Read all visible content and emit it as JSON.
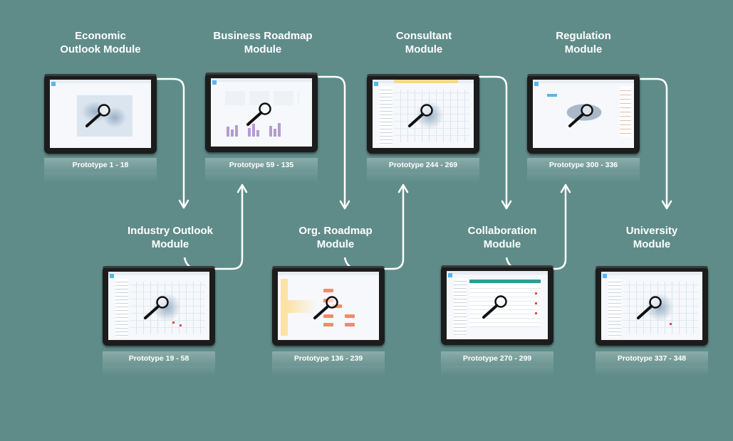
{
  "modules": [
    {
      "title_line1": "Economic",
      "title_line2": "Outlook Module",
      "prototype": "Prototype 1 - 18"
    },
    {
      "title_line1": "Business Roadmap",
      "title_line2": "Module",
      "prototype": "Prototype 59 - 135"
    },
    {
      "title_line1": "Consultant",
      "title_line2": "Module",
      "prototype": "Prototype 244 - 269"
    },
    {
      "title_line1": "Regulation",
      "title_line2": "Module",
      "prototype": "Prototype 300 - 336"
    },
    {
      "title_line1": "Industry Outlook",
      "title_line2": "Module",
      "prototype": "Prototype 19 - 58"
    },
    {
      "title_line1": "Org. Roadmap",
      "title_line2": "Module",
      "prototype": "Prototype 136 - 239"
    },
    {
      "title_line1": "Collaboration",
      "title_line2": "Module",
      "prototype": "Prototype 270 - 299"
    },
    {
      "title_line1": "University",
      "title_line2": "Module",
      "prototype": "Prototype 337 - 348"
    }
  ],
  "icons": {
    "zoom": "magnifier-icon"
  },
  "colors": {
    "background": "#5f8c89",
    "connector": "#ffffff",
    "accent": "#56b6f0"
  }
}
